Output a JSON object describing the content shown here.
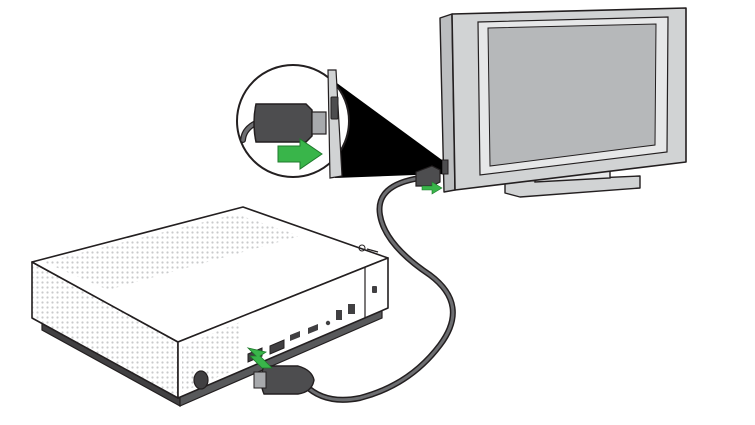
{
  "diagram": {
    "colors": {
      "outline": "#231f20",
      "console_body": "#ffffff",
      "console_shadow": "#6d6e71",
      "tv_frame": "#d1d3d4",
      "tv_screen": "#b6b8ba",
      "cable": "#6d6e71",
      "plug": "#4d4d4f",
      "arrow": "#39b54a",
      "zoom_wedge": "#000000"
    },
    "icons": {
      "console": "xbox-one-s-console",
      "tv": "television",
      "cable": "hdmi-cable",
      "plug": "hdmi-plug",
      "arrow": "insert-arrow",
      "zoom": "magnified-callout"
    }
  }
}
